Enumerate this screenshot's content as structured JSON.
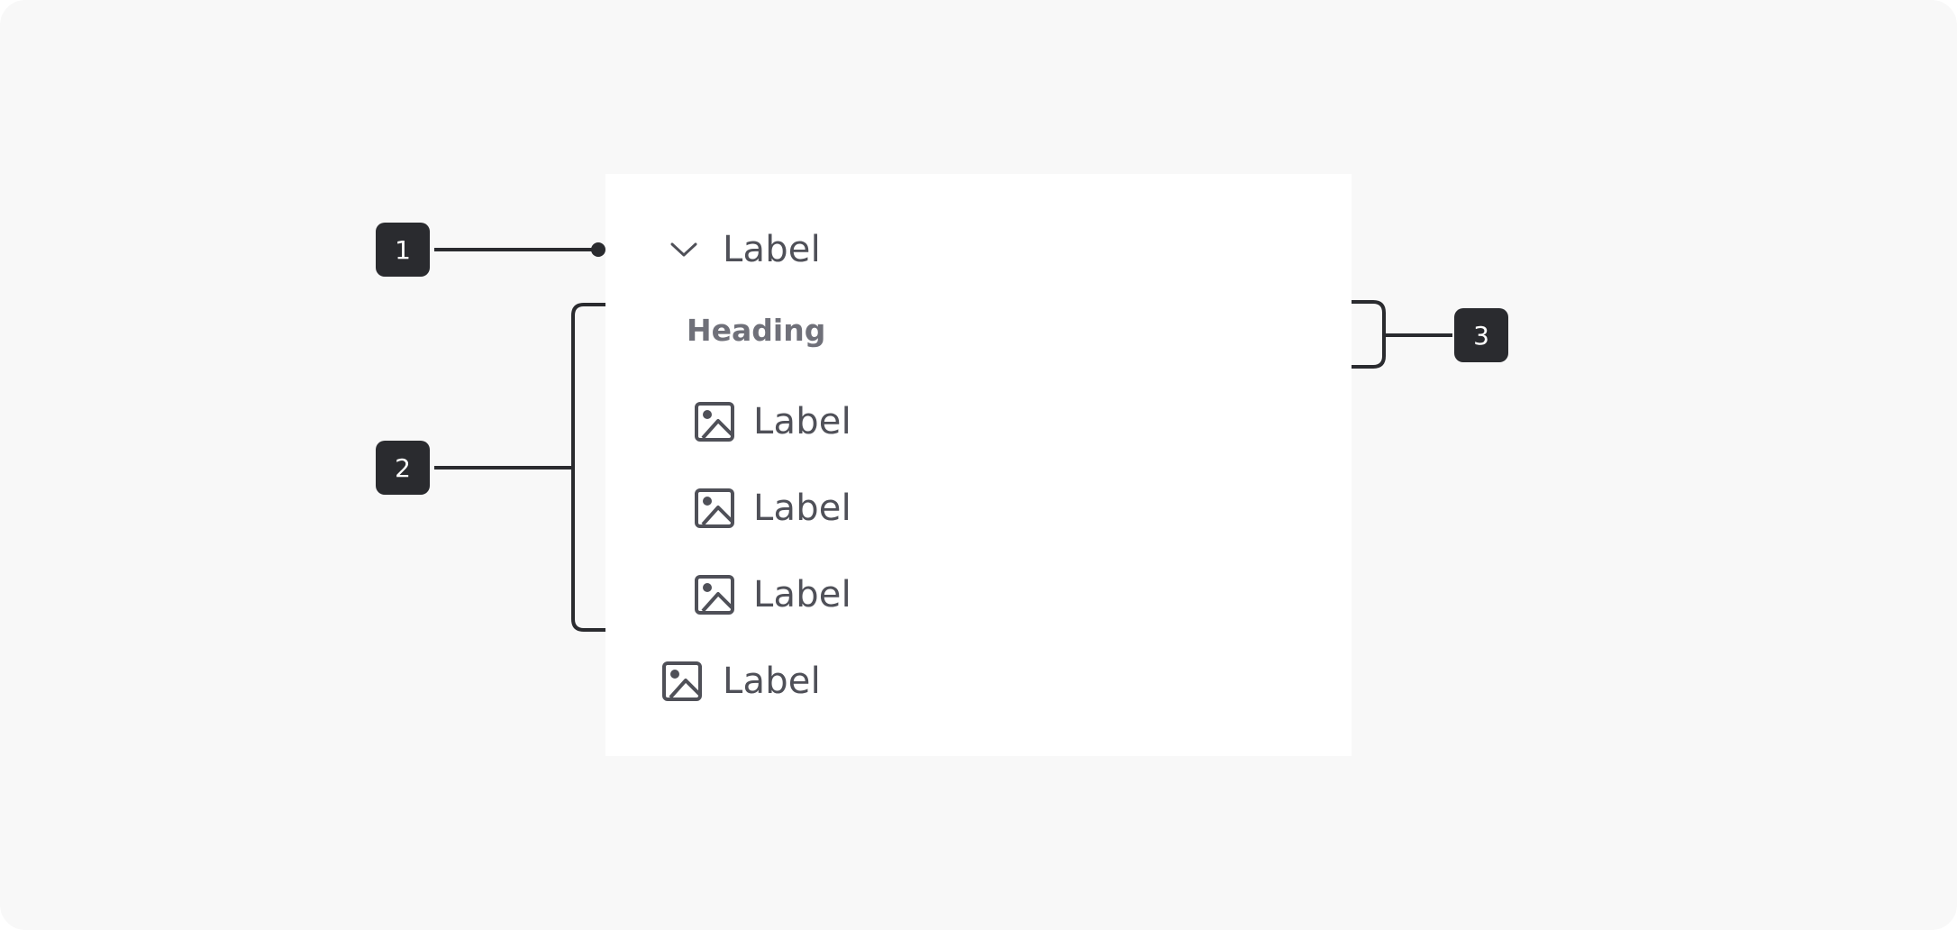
{
  "nav": {
    "parent": {
      "label": "Label",
      "icon": "chevron-down-icon"
    },
    "heading": "Heading",
    "children": [
      {
        "label": "Label",
        "icon": "image-icon"
      },
      {
        "label": "Label",
        "icon": "image-icon"
      },
      {
        "label": "Label",
        "icon": "image-icon"
      }
    ],
    "sibling": {
      "label": "Label",
      "icon": "image-icon"
    }
  },
  "callouts": [
    "1",
    "2",
    "3"
  ],
  "colors": {
    "background": "#f8f8f8",
    "panel": "#ffffff",
    "text": "#4f5058",
    "heading": "#6f7079",
    "badge": "#2a2b2f",
    "line": "#2a2b2f"
  }
}
